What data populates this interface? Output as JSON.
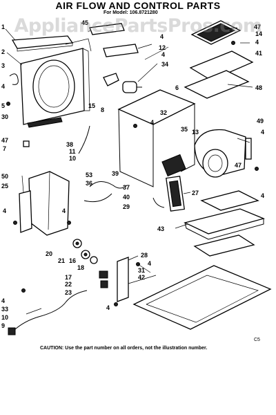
{
  "title": "AIR FLOW AND CONTROL PARTS",
  "model_line": "For Model: 106.8721280",
  "watermark": "AppliancePartsPros.com",
  "caution": "CAUTION: Use the part number on all orders, not the illustration number.",
  "corner_mark": "C5",
  "callouts": [
    {
      "id": "c1",
      "text": "1"
    },
    {
      "id": "c2",
      "text": "2"
    },
    {
      "id": "c3",
      "text": "3"
    },
    {
      "id": "c4a",
      "text": "4"
    },
    {
      "id": "c5",
      "text": "5"
    },
    {
      "id": "c30",
      "text": "30"
    },
    {
      "id": "c47a",
      "text": "47"
    },
    {
      "id": "c7",
      "text": "7"
    },
    {
      "id": "c45",
      "text": "45"
    },
    {
      "id": "c4b",
      "text": "4"
    },
    {
      "id": "c12",
      "text": "12"
    },
    {
      "id": "c4c",
      "text": "4"
    },
    {
      "id": "c34",
      "text": "34"
    },
    {
      "id": "c15",
      "text": "15"
    },
    {
      "id": "c8",
      "text": "8"
    },
    {
      "id": "c6",
      "text": "6"
    },
    {
      "id": "c47b",
      "text": "47"
    },
    {
      "id": "c14",
      "text": "14"
    },
    {
      "id": "c4d",
      "text": "4"
    },
    {
      "id": "c41",
      "text": "41"
    },
    {
      "id": "c48",
      "text": "48"
    },
    {
      "id": "c32",
      "text": "32"
    },
    {
      "id": "c4e",
      "text": "4"
    },
    {
      "id": "c35",
      "text": "35"
    },
    {
      "id": "c13",
      "text": "13"
    },
    {
      "id": "c49",
      "text": "49"
    },
    {
      "id": "c4f",
      "text": "4"
    },
    {
      "id": "c47c",
      "text": "47"
    },
    {
      "id": "c38",
      "text": "38"
    },
    {
      "id": "c11",
      "text": "11"
    },
    {
      "id": "c10a",
      "text": "10"
    },
    {
      "id": "c50",
      "text": "50"
    },
    {
      "id": "c25",
      "text": "25"
    },
    {
      "id": "c53",
      "text": "53"
    },
    {
      "id": "c39",
      "text": "39"
    },
    {
      "id": "c36",
      "text": "36"
    },
    {
      "id": "c37",
      "text": "37"
    },
    {
      "id": "c27",
      "text": "27"
    },
    {
      "id": "c40",
      "text": "40"
    },
    {
      "id": "c29",
      "text": "29"
    },
    {
      "id": "c4g",
      "text": "4"
    },
    {
      "id": "c4h",
      "text": "4"
    },
    {
      "id": "c4i",
      "text": "4"
    },
    {
      "id": "c43",
      "text": "43"
    },
    {
      "id": "c20",
      "text": "20"
    },
    {
      "id": "c21",
      "text": "21"
    },
    {
      "id": "c16",
      "text": "16"
    },
    {
      "id": "c18",
      "text": "18"
    },
    {
      "id": "c17",
      "text": "17"
    },
    {
      "id": "c22",
      "text": "22"
    },
    {
      "id": "c23",
      "text": "23"
    },
    {
      "id": "c28",
      "text": "28"
    },
    {
      "id": "c4j",
      "text": "4"
    },
    {
      "id": "c31",
      "text": "31"
    },
    {
      "id": "c42",
      "text": "42"
    },
    {
      "id": "c4k",
      "text": "4"
    },
    {
      "id": "c33",
      "text": "33"
    },
    {
      "id": "c10b",
      "text": "10"
    },
    {
      "id": "c9",
      "text": "9"
    },
    {
      "id": "c4l",
      "text": "4"
    }
  ]
}
